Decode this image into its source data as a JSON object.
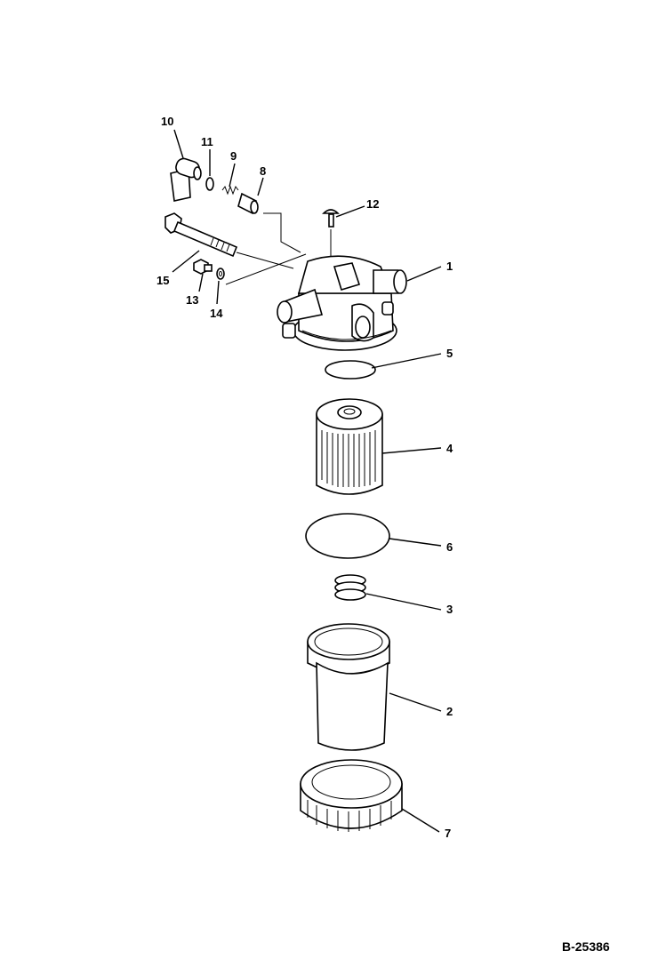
{
  "diagram": {
    "drawing_code": "B-25386",
    "callouts": [
      "1",
      "2",
      "3",
      "4",
      "5",
      "6",
      "7",
      "8",
      "9",
      "10",
      "11",
      "12",
      "13",
      "14",
      "15"
    ],
    "parts": [
      {
        "no": "1",
        "icon": "filter-head-icon"
      },
      {
        "no": "2",
        "icon": "bowl-icon"
      },
      {
        "no": "3",
        "icon": "spring-icon"
      },
      {
        "no": "4",
        "icon": "filter-element-icon"
      },
      {
        "no": "5",
        "icon": "o-ring-icon"
      },
      {
        "no": "6",
        "icon": "o-ring-icon"
      },
      {
        "no": "7",
        "icon": "ring-nut-icon"
      },
      {
        "no": "8",
        "icon": "sleeve-icon"
      },
      {
        "no": "9",
        "icon": "spring-icon"
      },
      {
        "no": "10",
        "icon": "elbow-icon"
      },
      {
        "no": "11",
        "icon": "o-ring-icon"
      },
      {
        "no": "12",
        "icon": "screw-icon"
      },
      {
        "no": "13",
        "icon": "plug-icon"
      },
      {
        "no": "14",
        "icon": "washer-icon"
      },
      {
        "no": "15",
        "icon": "bolt-icon"
      }
    ]
  }
}
